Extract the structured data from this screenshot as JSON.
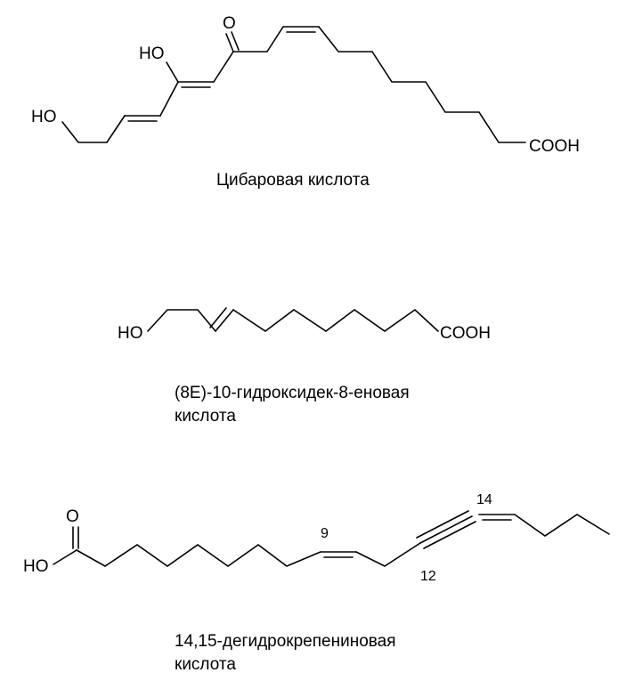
{
  "molecules": [
    {
      "name": "Цибаровая кислота",
      "labels": {
        "ho_end": "HO",
        "enol_oh": "HO",
        "ketone_o": "O",
        "acid": "COOH"
      }
    },
    {
      "name_line1": "(8E)-10-гидроксидек-8-еновая",
      "name_line2": "кислота",
      "labels": {
        "ho_end": "HO",
        "acid": "COOH"
      }
    },
    {
      "name_line1": "14,15-дегидрокрепениновая",
      "name_line2": "кислота",
      "labels": {
        "acid_o": "O",
        "acid_ho": "HO",
        "pos9": "9",
        "pos12": "12",
        "pos14": "14"
      }
    }
  ]
}
